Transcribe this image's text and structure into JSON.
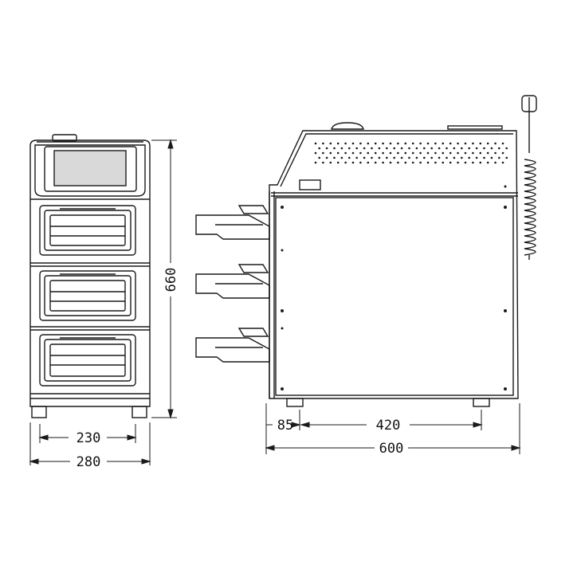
{
  "front_view": {
    "width_inner_label": "230",
    "width_outer_label": "280",
    "height_label": "660"
  },
  "side_view": {
    "depth_front_label": "85",
    "depth_body_label": "420",
    "depth_total_label": "600"
  },
  "colors": {
    "line": "#1a1a1a",
    "fill": "#ffffff",
    "screen": "#d9d9d9"
  }
}
